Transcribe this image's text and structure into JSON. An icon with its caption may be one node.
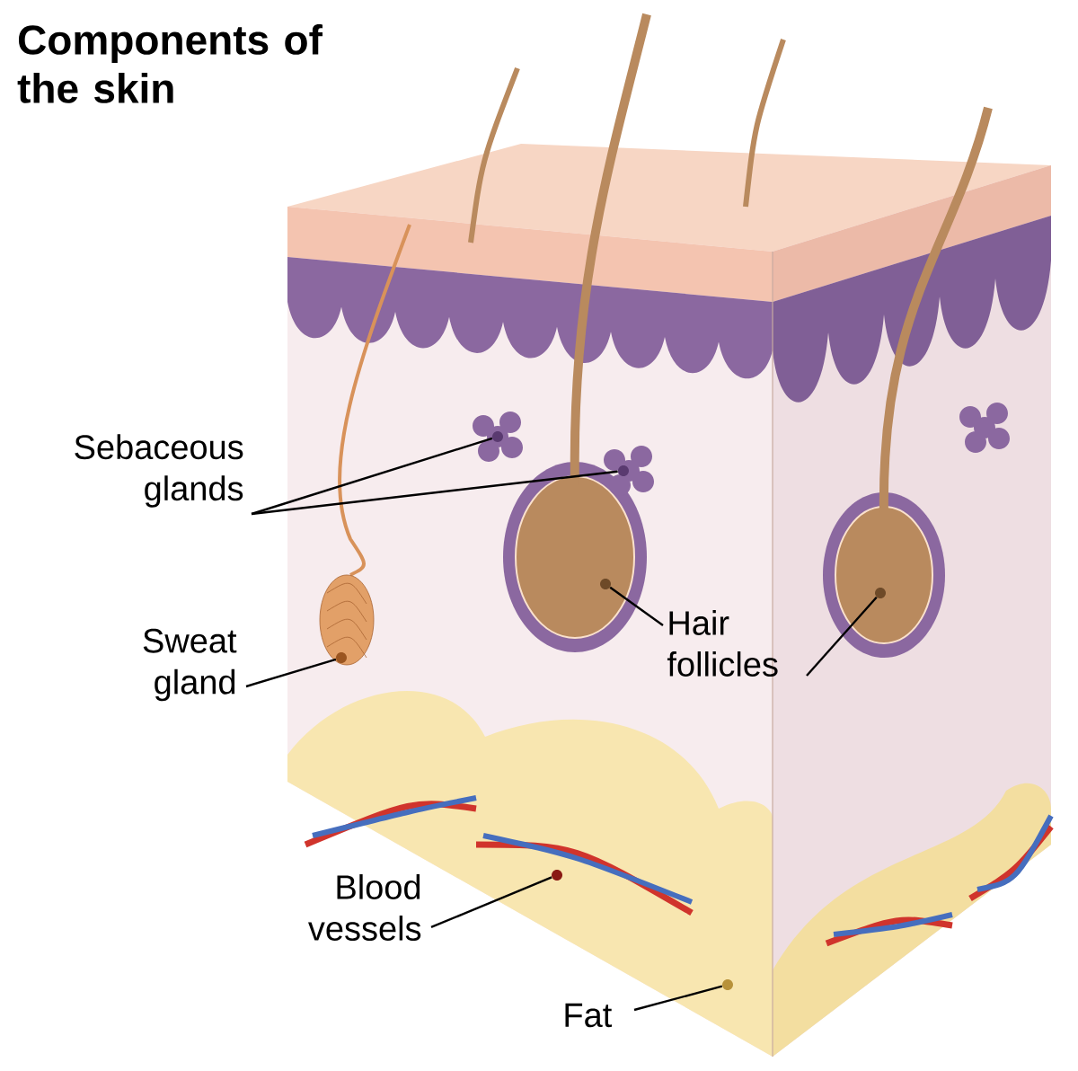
{
  "diagram": {
    "title": "Components of the skin",
    "nodes": [
      {
        "text": [
          "Sebaceous glands"
        ]
      },
      {
        "text": [],
        "shape": "picture"
      },
      {
        "text": [],
        "shape": "picture"
      },
      {
        "text": [
          "Sweat gland"
        ]
      },
      {
        "text": [],
        "shape": "picture"
      },
      {
        "text": [
          "Hair follicles"
        ]
      },
      {
        "text": [],
        "shape": "picture"
      },
      {
        "text": [],
        "shape": "picture"
      },
      {
        "text": [
          "Blood vessels"
        ]
      },
      {
        "text": [],
        "shape": "picture"
      },
      {
        "text": [
          "Fat"
        ]
      },
      {
        "text": [],
        "shape": "picture"
      }
    ],
    "edges": [
      {
        "from": 0,
        "to": 1,
        "arrow": "none"
      },
      {
        "from": 0,
        "to": 2,
        "arrow": "none"
      },
      {
        "from": 3,
        "to": 4,
        "arrow": "none"
      },
      {
        "from": 5,
        "to": 6,
        "arrow": "none"
      },
      {
        "from": 5,
        "to": 7,
        "arrow": "none"
      },
      {
        "from": 8,
        "to": 9,
        "arrow": "none"
      },
      {
        "from": 10,
        "to": 11,
        "arrow": "none"
      }
    ]
  }
}
